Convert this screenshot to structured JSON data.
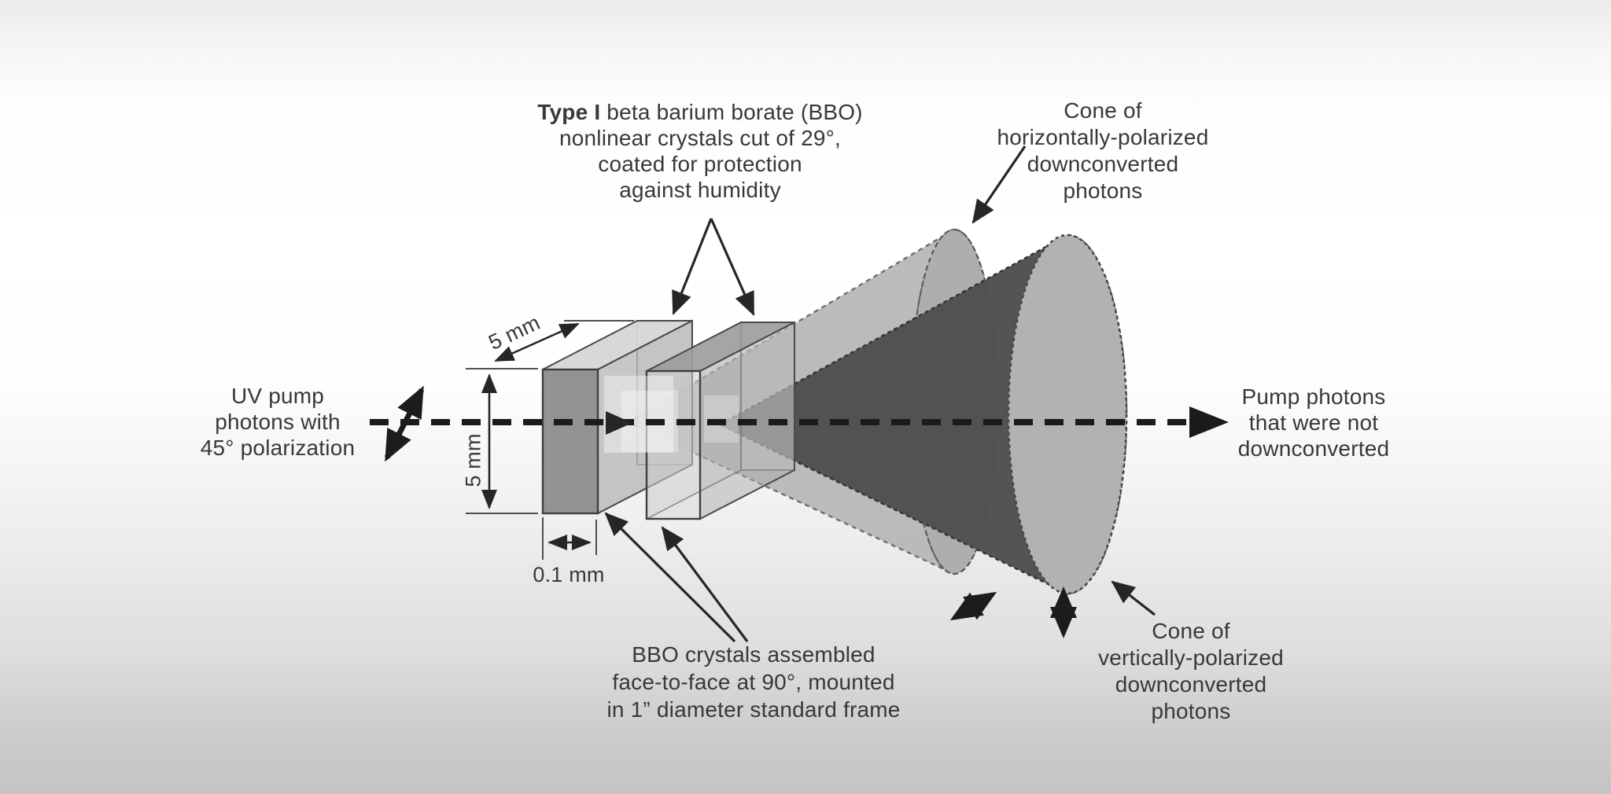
{
  "diagram": {
    "title_hint": "Type I BBO spontaneous parametric down-conversion diagram",
    "labels": {
      "crystals_top_bold": "Type I",
      "crystals_top_rest": " beta barium borate (BBO)\nnonlinear crystals cut of 29°,\ncoated for protection\nagainst humidity",
      "cone_horizontal": "Cone of\nhorizontally-polarized\ndownconverted\nphotons",
      "uv_pump": "UV pump\nphotons with\n45° polarization",
      "pump_not_downconverted": "Pump photons\nthat were not\ndownconverted",
      "crystals_bottom": "BBO crystals assembled\nface-to-face at 90°, mounted\nin 1” diameter standard frame",
      "cone_vertical": "Cone of\nvertically-polarized\ndownconverted\nphotons",
      "dim_depth": "5 mm",
      "dim_height": "5 mm",
      "dim_thickness": "0.1 mm"
    },
    "colors": {
      "text": "#383838",
      "cone_light": "#b7b7b7",
      "cone_cap_light": "#aeaeae",
      "cone_dark_interior": "#4e4e4e",
      "crystal_front": "#8d8d8d",
      "arrow_black": "#1c1c1c",
      "background_top": "#ebebeb",
      "background_middle": "#ffffff",
      "background_bottom": "#c5c5c5"
    }
  }
}
